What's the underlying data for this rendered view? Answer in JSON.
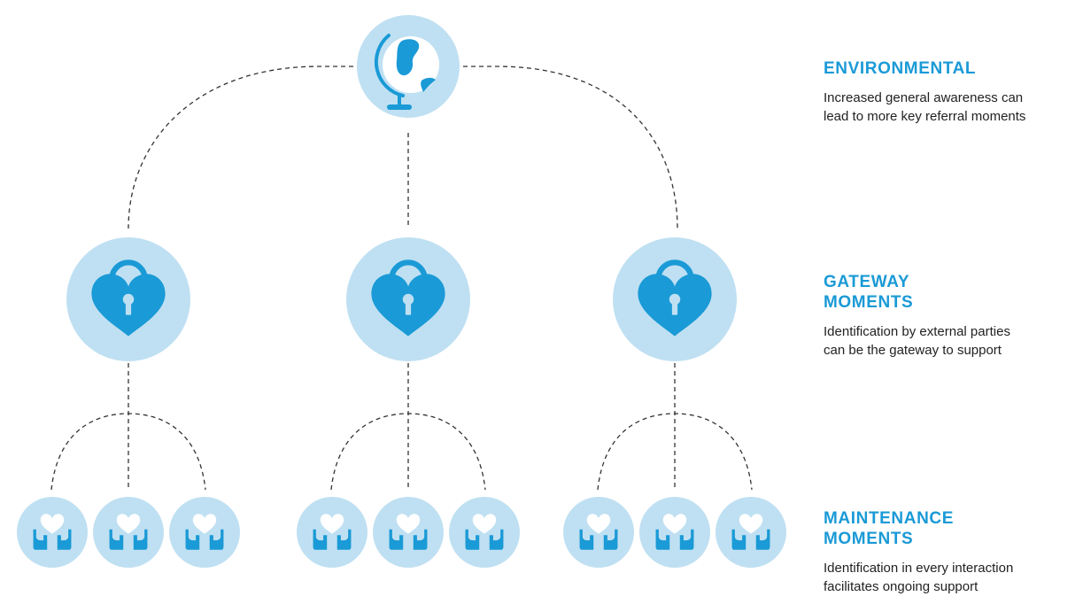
{
  "colors": {
    "circle_fill": "#bfe0f2",
    "icon_fill": "#1a9ad6",
    "heading": "#1a9ad6",
    "body_text": "#222222",
    "connector": "#333333"
  },
  "diagram": {
    "root_icon": "globe-icon",
    "gateway_icon": "heart-padlock-icon",
    "maintenance_icon": "hands-holding-heart-icon",
    "gateway_count": 3,
    "maintenance_per_gateway": 3
  },
  "legend": {
    "environmental": {
      "title": "ENVIRONMENTAL",
      "lines": [
        "Increased general awareness can",
        "lead to more key referral moments"
      ]
    },
    "gateway": {
      "title_lines": [
        "GATEWAY",
        "MOMENTS"
      ],
      "lines": [
        "Identification by external parties",
        "can be the gateway to support"
      ]
    },
    "maintenance": {
      "title_lines": [
        "MAINTENANCE",
        "MOMENTS"
      ],
      "lines": [
        "Identification in every interaction",
        "facilitates ongoing support"
      ]
    }
  }
}
